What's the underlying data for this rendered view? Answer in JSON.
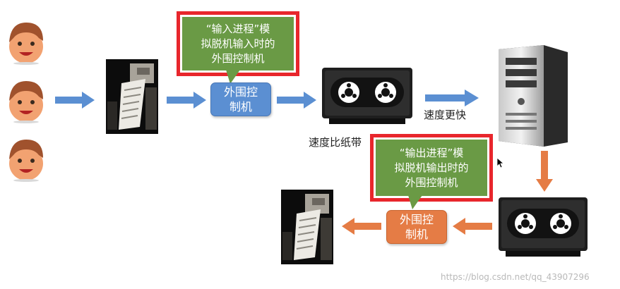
{
  "input_callout": {
    "lines": [
      "“输入进程”模",
      "拟脱机输入时的",
      "外围控制机"
    ]
  },
  "output_callout": {
    "lines": [
      "“输出进程”模",
      "拟脱机输出时的",
      "外围控制机"
    ]
  },
  "input_controller": {
    "label": "外围控制机"
  },
  "output_controller": {
    "label": "外围控制机"
  },
  "labels": {
    "speed_vs_paper": "速度比纸带",
    "faster": "速度更快"
  },
  "watermark": "https://blog.csdn.net/qq_43907296",
  "colors": {
    "blue_arrow": "#5b8fd2",
    "orange_arrow": "#e57c45",
    "callout_border": "#e8262c",
    "callout_fill": "#6a9a45"
  }
}
